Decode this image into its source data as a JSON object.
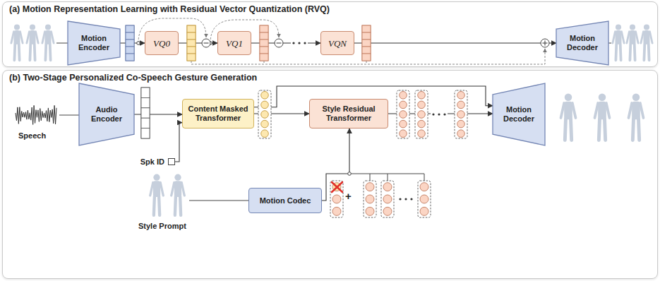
{
  "diagram": {
    "nodes": [
      {
        "text": [
          "(a) Motion Representation Learning with Residual Vector Quantization (RVQ)"
        ]
      },
      {
        "text": [
          "Motion Encoder"
        ],
        "in": 0
      },
      {
        "text": [
          "VQ0"
        ],
        "in": 0
      },
      {
        "text": [
          "VQ1"
        ],
        "in": 0
      },
      {
        "text": [
          "VQN"
        ],
        "in": 0
      },
      {
        "text": [
          "Motion Decoder"
        ],
        "in": 0
      },
      {
        "text": [
          "(b) Two-Stage Personalized Co-Speech Gesture Generation"
        ]
      },
      {
        "text": [
          "Audio Encoder"
        ],
        "in": 6
      },
      {
        "text": [
          "Spk ID"
        ],
        "in": 6
      },
      {
        "text": [
          "Content Masked Transformer"
        ],
        "in": 6
      },
      {
        "text": [
          "Style Residual Transformer"
        ],
        "in": 6
      },
      {
        "text": [
          "Motion Decoder"
        ],
        "in": 6
      },
      {
        "text": [
          "Motion Codec"
        ],
        "in": 6
      }
    ],
    "edges": [
      {
        "from": 1,
        "to": 2,
        "arrow": "to"
      },
      {
        "from": 2,
        "to": 3,
        "arrow": "to"
      },
      {
        "from": 3,
        "to": 4,
        "arrow": "to"
      },
      {
        "from": 4,
        "to": 5,
        "arrow": "to"
      },
      {
        "from": 7,
        "to": 9,
        "arrow": "to"
      },
      {
        "from": 8,
        "to": 9,
        "arrow": "to"
      },
      {
        "from": 9,
        "to": 10,
        "arrow": "to"
      },
      {
        "from": 9,
        "to": 11,
        "arrow": "to"
      },
      {
        "from": 10,
        "to": 11,
        "arrow": "to"
      },
      {
        "from": 12,
        "to": 10,
        "arrow": "to"
      }
    ],
    "labels": [
      "Speech",
      "Style Prompt",
      "+"
    ]
  }
}
